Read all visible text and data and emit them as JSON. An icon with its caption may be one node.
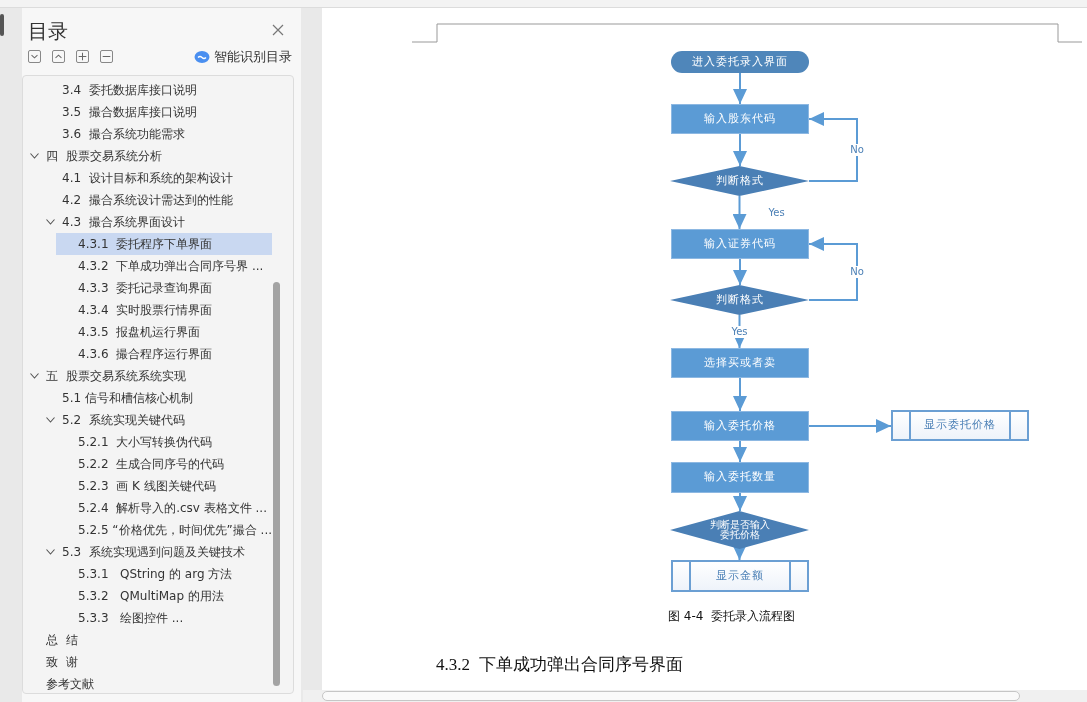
{
  "diagram": {
    "caption": "图 4-4  委托录入流程图",
    "nodes": [
      {
        "text": [
          "进入委托录入界面"
        ]
      },
      {
        "text": [
          "输入股东代码"
        ]
      },
      {
        "text": [
          "判断格式"
        ]
      },
      {
        "text": [
          "输入证券代码"
        ]
      },
      {
        "text": [
          "判断格式"
        ]
      },
      {
        "text": [
          "选择买或者卖"
        ]
      },
      {
        "text": [
          "输入委托价格"
        ]
      },
      {
        "text": [
          "显示委托价格"
        ]
      },
      {
        "text": [
          "输入委托数量"
        ]
      },
      {
        "text": [
          "判断是否输入委托价格"
        ]
      },
      {
        "text": [
          "显示金额"
        ]
      }
    ],
    "edges": [
      {
        "from": 0,
        "to": 1,
        "arrow": "to"
      },
      {
        "from": 1,
        "to": 2,
        "arrow": "to"
      },
      {
        "from": 2,
        "to": 1,
        "arrow": "to",
        "label": "No"
      },
      {
        "from": 2,
        "to": 3,
        "arrow": "to",
        "label": "Yes"
      },
      {
        "from": 3,
        "to": 4,
        "arrow": "to"
      },
      {
        "from": 4,
        "to": 3,
        "arrow": "to",
        "label": "No"
      },
      {
        "from": 4,
        "to": 5,
        "arrow": "to",
        "label": "Yes"
      },
      {
        "from": 5,
        "to": 6,
        "arrow": "to"
      },
      {
        "from": 6,
        "to": 7,
        "arrow": "to"
      },
      {
        "from": 6,
        "to": 8,
        "arrow": "to"
      },
      {
        "from": 8,
        "to": 9,
        "arrow": "to"
      },
      {
        "from": 9,
        "to": 10,
        "arrow": "to"
      }
    ],
    "labels": [
      "目录",
      "智能识别目录",
      "3.4  委托数据库接口说明",
      "3.5  撮合数据库接口说明",
      "3.6  撮合系统功能需求",
      "四  股票交易系统分析",
      "4.1  设计目标和系统的架构设计",
      "4.2  撮合系统设计需达到的性能",
      "4.3  撮合系统界面设计",
      "4.3.1  委托程序下单界面",
      "4.3.2  下单成功弹出合同序号界 ...",
      "4.3.3  委托记录查询界面",
      "4.3.4  实时股票行情界面",
      "4.3.5  报盘机运行界面",
      "4.3.6  撮合程序运行界面",
      "五  股票交易系统系统实现",
      "5.1 信号和槽信核心机制",
      "5.2  系统实现关键代码",
      "5.2.1  大小写转换伪代码",
      "5.2.2  生成合同序号的代码",
      "5.2.3  画 K 线图关键代码",
      "5.2.4  解析导入的.csv 表格文件 ...",
      "5.2.5 “价格优先，时间优先”撮合 ...",
      "5.3  系统实现遇到问题及关键技术",
      "5.3.1   QString 的 arg 方法",
      "5.3.2   QMultiMap 的用法",
      "5.3.3   绘图控件 ...",
      "总  结",
      "致  谢",
      "参考文献",
      "4.3.2  下单成功弹出合同序号界面"
    ]
  }
}
